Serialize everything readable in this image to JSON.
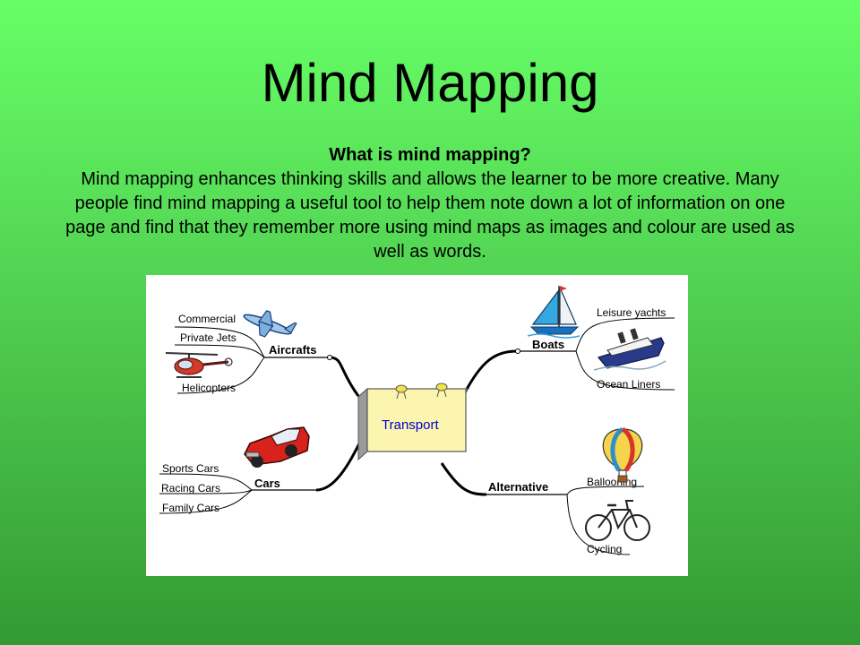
{
  "slide": {
    "title": "Mind Mapping",
    "question": "What is mind mapping?",
    "body": "Mind mapping enhances thinking skills and allows the learner to be more creative.  Many people find mind mapping a useful tool to help them note down a lot of information on one page and find that they remember more using mind maps as images and colour are used as well as words."
  },
  "mindmap": {
    "center": "Transport",
    "branches": {
      "aircrafts": {
        "label": "Aircrafts",
        "items": [
          "Commercial",
          "Private Jets",
          "Helicopters"
        ]
      },
      "cars": {
        "label": "Cars",
        "items": [
          "Sports Cars",
          "Racing Cars",
          "Family Cars"
        ]
      },
      "boats": {
        "label": "Boats",
        "items": [
          "Leisure yachts",
          "Ocean Liners"
        ]
      },
      "alternative": {
        "label": "Alternative",
        "items": [
          "Ballooning",
          "Cycling"
        ]
      }
    },
    "icons": [
      "airplane-icon",
      "helicopter-icon",
      "car-icon",
      "sailboat-icon",
      "ship-icon",
      "balloon-icon",
      "bicycle-icon",
      "lamp-icon"
    ]
  }
}
